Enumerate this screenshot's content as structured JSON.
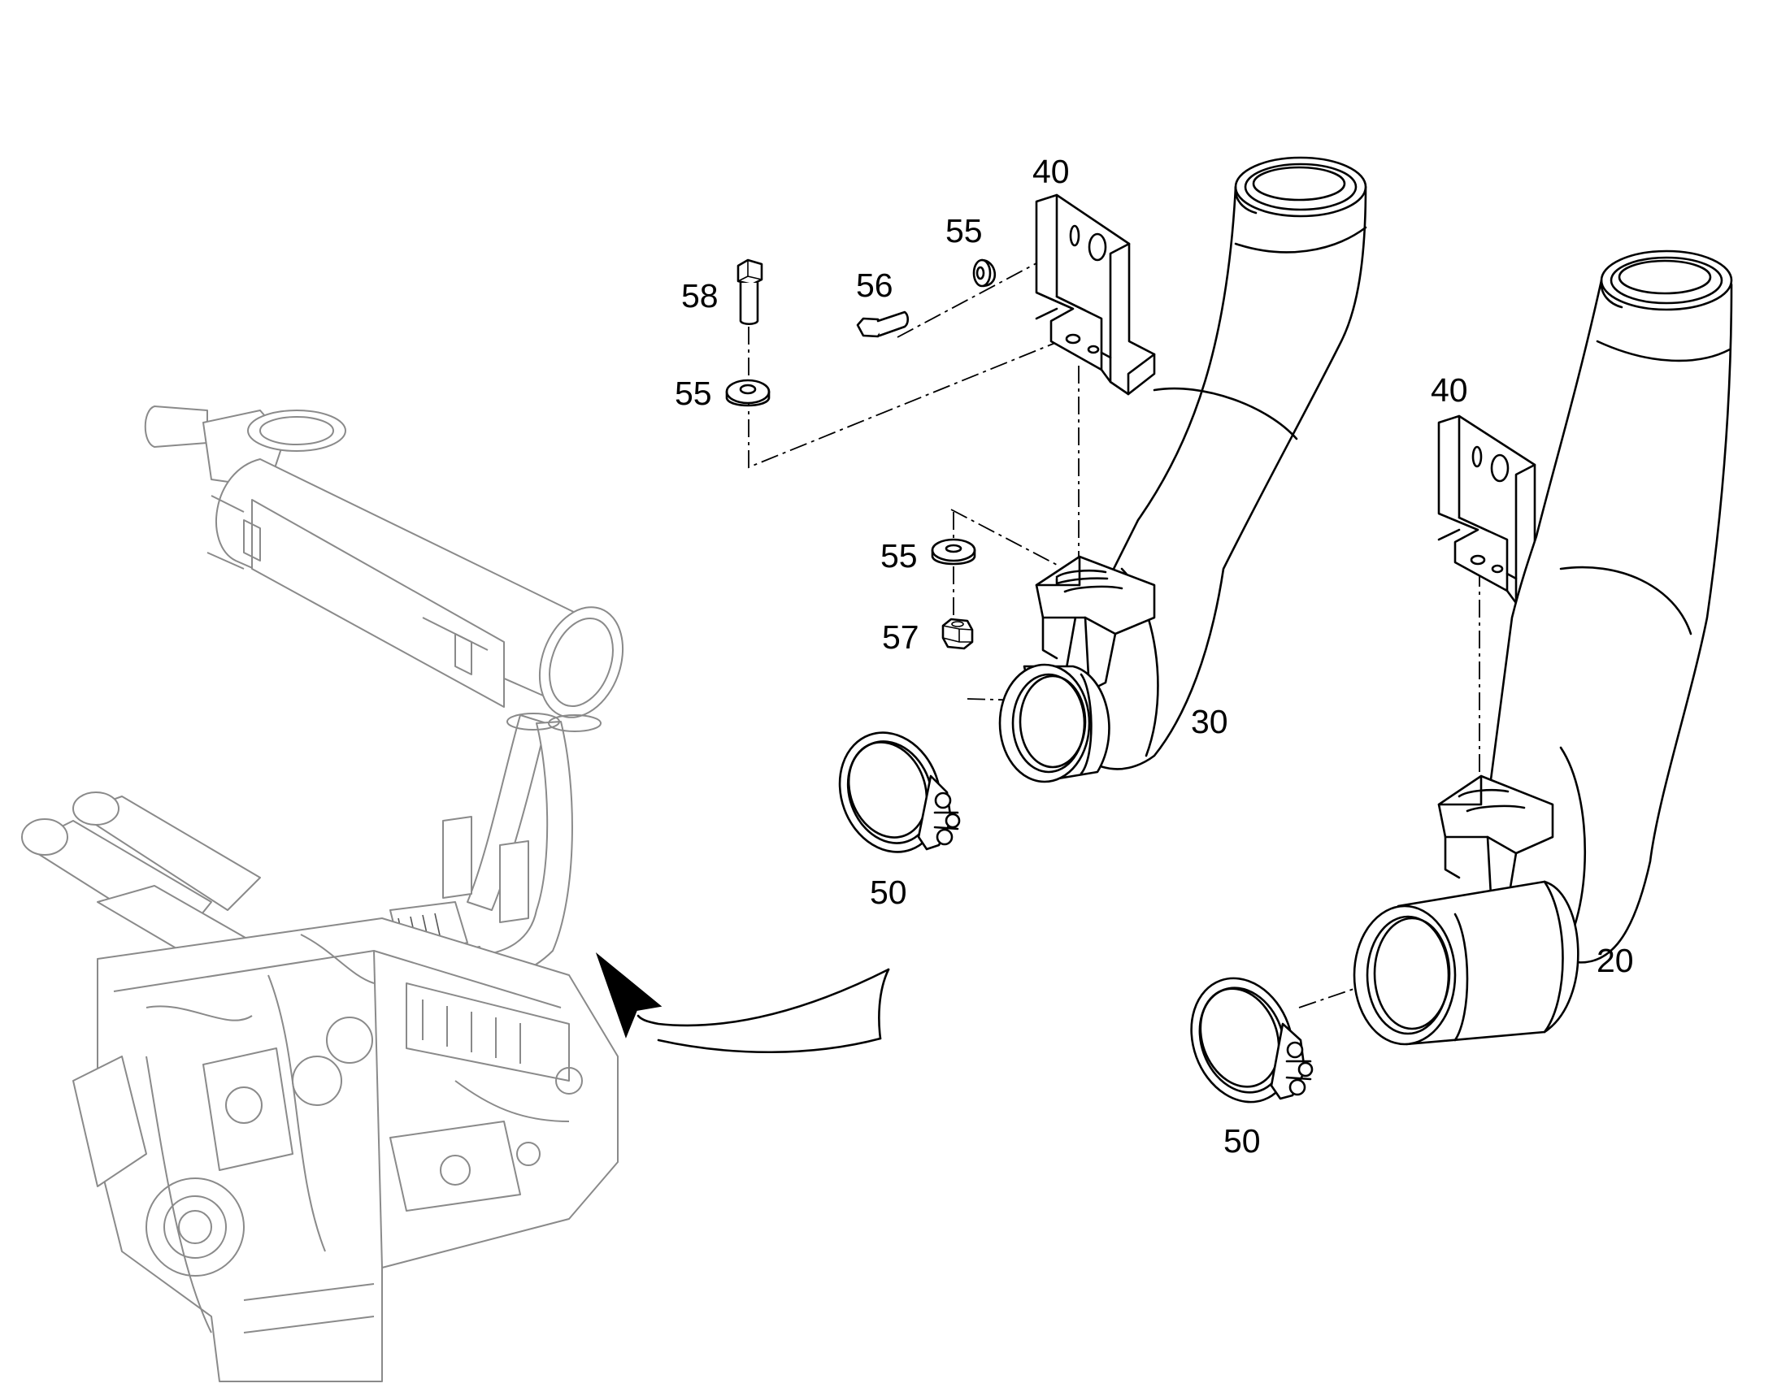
{
  "callouts": {
    "bracket_top": "40",
    "bracket_right": "40",
    "washer_top": "55",
    "washer_left": "55",
    "washer_mid": "55",
    "screw": "56",
    "nut": "57",
    "bolt": "58",
    "pipe_front": "30",
    "pipe_rear": "20",
    "clamp_front": "50",
    "clamp_rear": "50"
  }
}
